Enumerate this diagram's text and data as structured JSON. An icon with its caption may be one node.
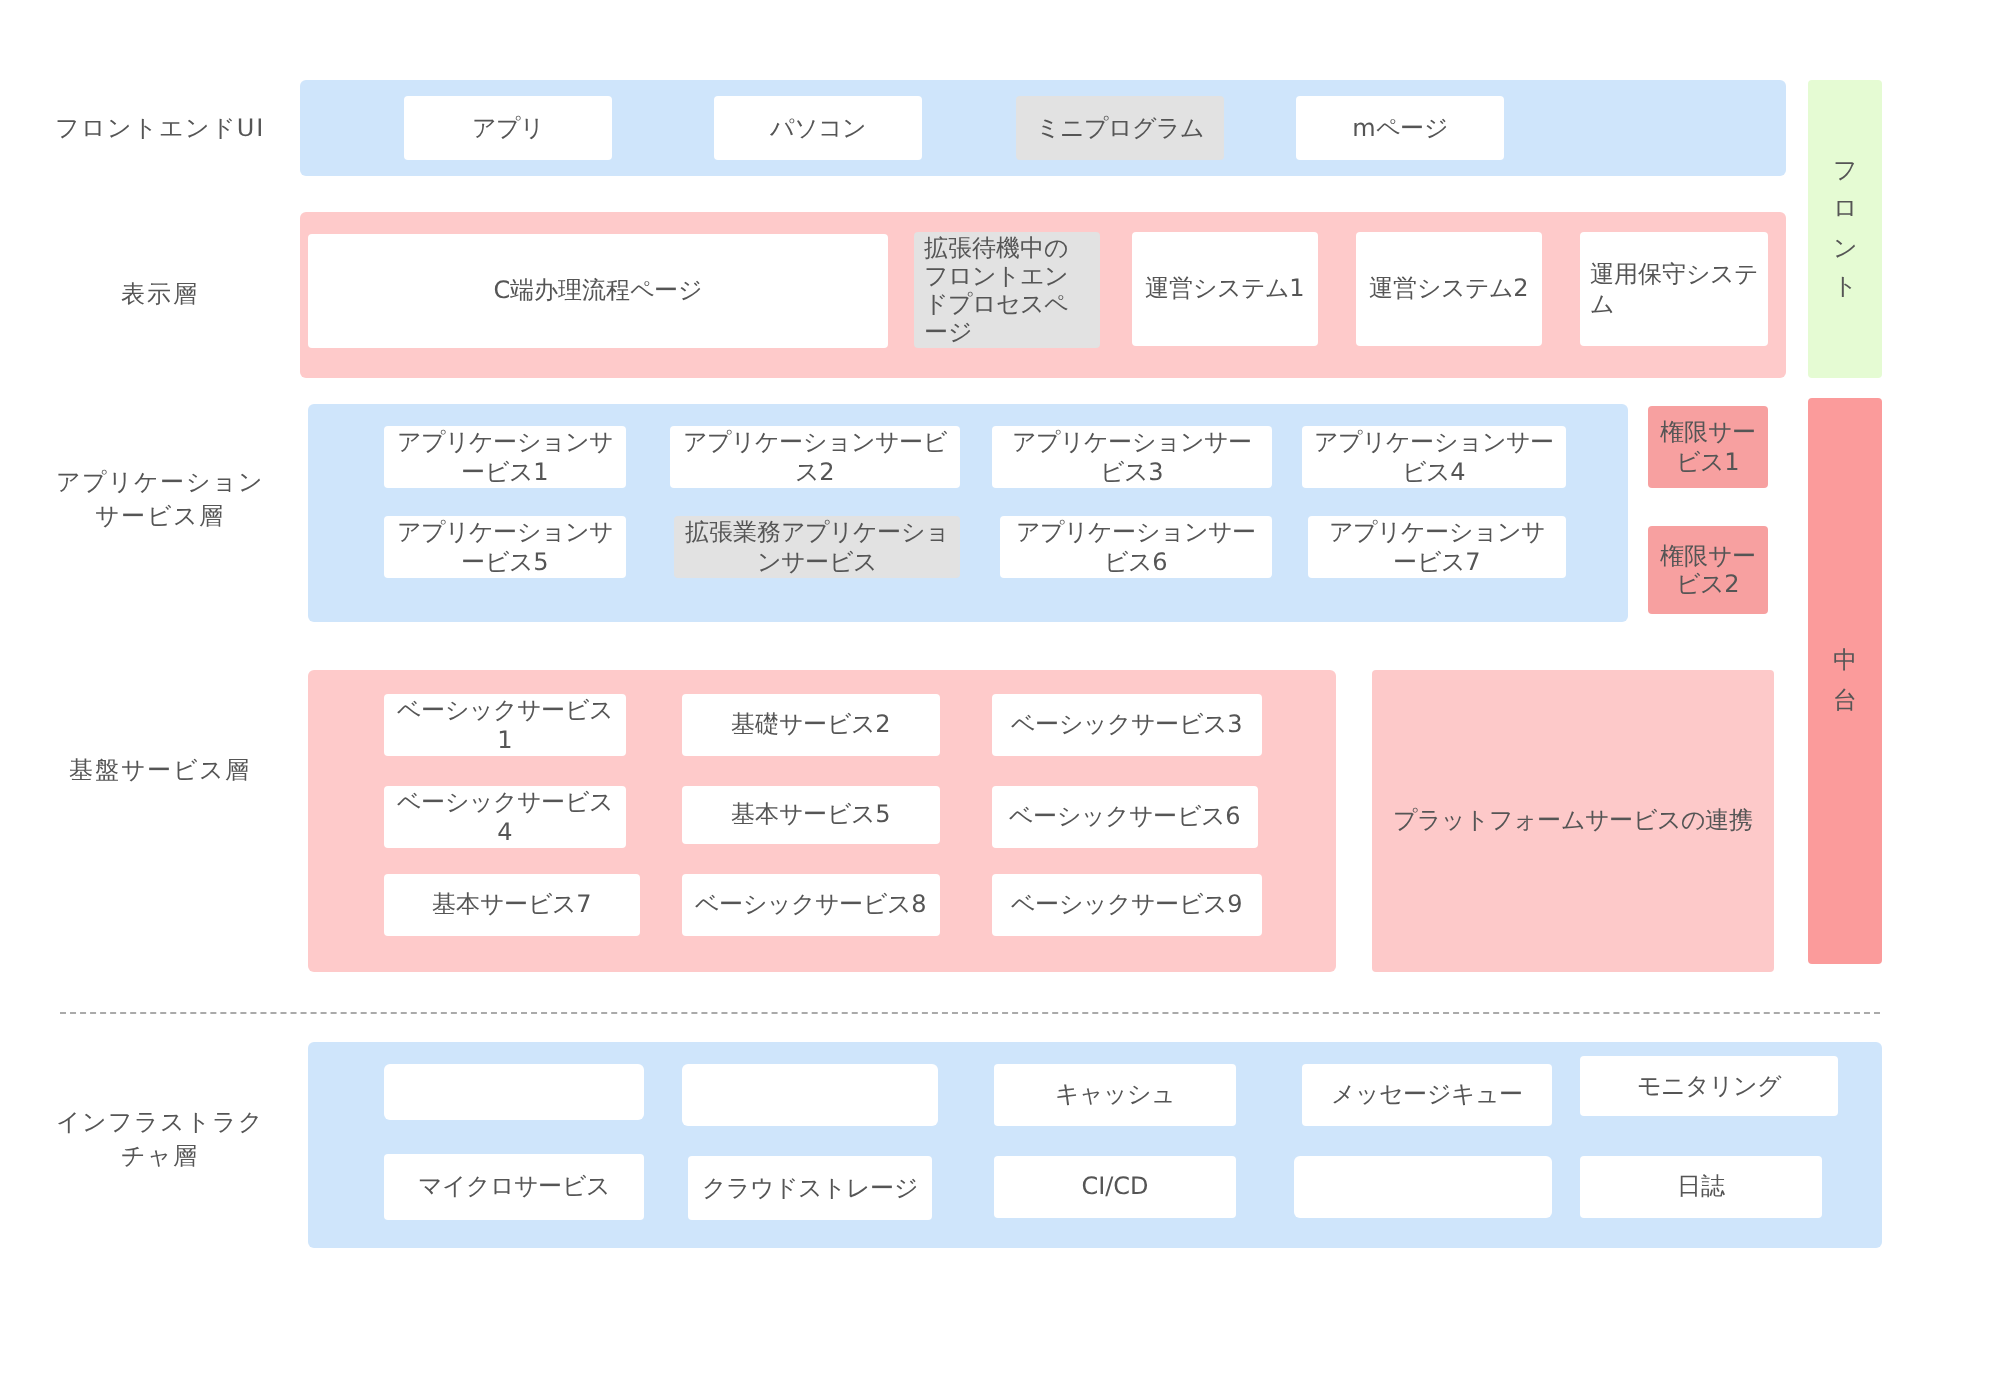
{
  "diagram": {
    "nodes": [
      {
        "text": [],
        "shape": "box"
      },
      {
        "text": [
          "アプリ"
        ],
        "in": 0
      },
      {
        "text": [
          "パソコン"
        ],
        "in": 0
      },
      {
        "text": [
          "ミニプログラム"
        ],
        "in": 0
      },
      {
        "text": [
          "mページ"
        ],
        "in": 0
      },
      {
        "text": [
          "フロント"
        ]
      },
      {
        "text": [],
        "shape": "box"
      },
      {
        "text": [
          "C端办理流程ページ"
        ],
        "in": 6
      },
      {
        "text": [
          "拡張待機中のフロントエンドプロセスページ"
        ],
        "in": 6
      },
      {
        "text": [
          "運営システム1"
        ],
        "in": 6
      },
      {
        "text": [
          "運営システム2"
        ],
        "in": 6
      },
      {
        "text": [
          "運用保守システム"
        ],
        "in": 6
      },
      {
        "text": [],
        "shape": "box"
      },
      {
        "text": [
          "アプリケーションサービス1"
        ],
        "in": 12
      },
      {
        "text": [
          "アプリケーションサービス2"
        ],
        "in": 12
      },
      {
        "text": [
          "アプリケーションサービス3"
        ],
        "in": 12
      },
      {
        "text": [
          "アプリケーションサービス4"
        ],
        "in": 12
      },
      {
        "text": [
          "アプリケーションサービス5"
        ],
        "in": 12
      },
      {
        "text": [
          "拡張業務アプリケーションサービス"
        ],
        "in": 12
      },
      {
        "text": [
          "アプリケーションサービス6"
        ],
        "in": 12
      },
      {
        "text": [
          "アプリケーションサービス7"
        ],
        "in": 12
      },
      {
        "text": [
          "権限サービス1"
        ]
      },
      {
        "text": [
          "権限サービス2"
        ]
      },
      {
        "text": [
          "中台"
        ]
      },
      {
        "text": [],
        "shape": "box"
      },
      {
        "text": [
          "ベーシックサービス1"
        ],
        "in": 24
      },
      {
        "text": [
          "基礎サービス2"
        ],
        "in": 24
      },
      {
        "text": [
          "ベーシックサービス3"
        ],
        "in": 24
      },
      {
        "text": [
          "ベーシックサービス4"
        ],
        "in": 24
      },
      {
        "text": [
          "基本サービス5"
        ],
        "in": 24
      },
      {
        "text": [
          "ベーシックサービス6"
        ],
        "in": 24
      },
      {
        "text": [
          "基本サービス7"
        ],
        "in": 24
      },
      {
        "text": [
          "ベーシックサービス8"
        ],
        "in": 24
      },
      {
        "text": [
          "ベーシックサービス9"
        ],
        "in": 24
      },
      {
        "text": [
          "プラットフォームサービスの連携"
        ]
      },
      {
        "text": [],
        "shape": "box"
      },
      {
        "text": [],
        "shape": "box",
        "in": 35
      },
      {
        "text": [],
        "shape": "box",
        "in": 35
      },
      {
        "text": [
          "キャッシュ"
        ],
        "in": 35
      },
      {
        "text": [
          "メッセージキュー"
        ],
        "in": 35
      },
      {
        "text": [
          "モニタリング"
        ],
        "in": 35
      },
      {
        "text": [
          "マイクロサービス"
        ],
        "in": 35
      },
      {
        "text": [
          "クラウドストレージ"
        ],
        "in": 35
      },
      {
        "text": [
          "CI/CD"
        ],
        "in": 35
      },
      {
        "text": [],
        "shape": "box",
        "in": 35
      },
      {
        "text": [
          "日誌"
        ],
        "in": 35
      }
    ],
    "labels": [
      "フロントエンドUI",
      "表示層",
      "アプリケーションサービス層",
      "基盤サービス層",
      "インフラストラクチャ層"
    ]
  }
}
